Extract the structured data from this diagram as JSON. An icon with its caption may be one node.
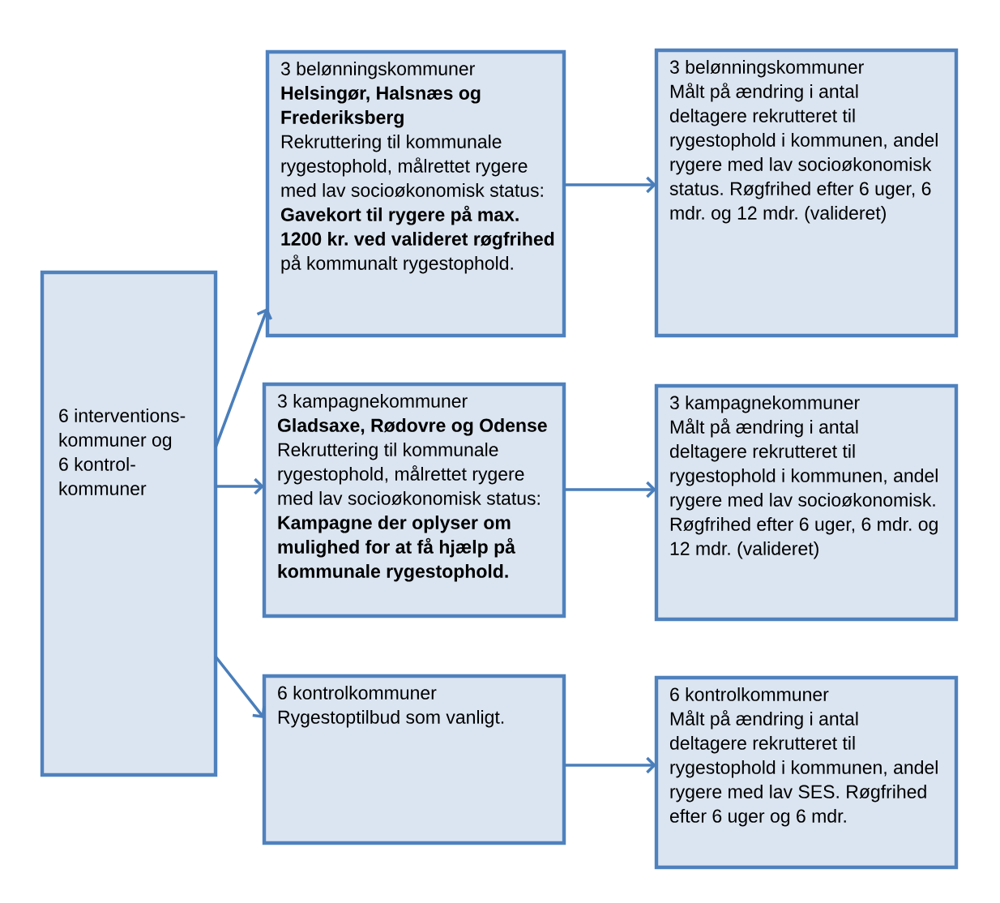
{
  "diagram": {
    "nodes": [
      {
        "text": [
          "6 interventions- kommuner og 6 kontrol- kommuner"
        ]
      },
      {
        "text": [
          "3 belønningskommuner",
          "Helsingør, Halsnæs og Frederiksberg",
          "Rekruttering til kommunale rygestophold, målrettet rygere med lav socioøkonomisk status: **Gavekort til rygere på max. 1200 kr. ved valideret røgfrihed** på kommunalt rygestophold."
        ]
      },
      {
        "text": [
          "3 belønningskommuner",
          "Målt på ændring i antal deltagere rekrutteret til rygestophold i kommunen, andel rygere med lav socioøkonomisk status. Røgfrihed efter 6 uger, 6 mdr. og 12 mdr. (valideret)"
        ]
      },
      {
        "text": [
          "3 kampagnekommuner",
          "Gladsaxe, Rødovre og Odense",
          "Rekruttering til kommunale rygestophold, målrettet rygere med lav socioøkonomisk status: **Kampagne der oplyser om mulighed for at få hjælp på kommunale rygestophold.**"
        ]
      },
      {
        "text": [
          "3 kampagnekommuner",
          "Målt på ændring i antal deltagere rekrutteret til rygestophold i kommunen, andel rygere med lav socioøkonomisk. Røgfrihed efter 6 uger, 6 mdr. og 12 mdr. (valideret)"
        ]
      },
      {
        "text": [
          "6 kontrolkommuner",
          "Rygestoptilbud som vanligt."
        ]
      },
      {
        "text": [
          "6 kontrolkommuner",
          "Målt på ændring i antal deltagere rekrutteret til rygestophold i kommunen, andel rygere med lav SES. Røgfrihed efter 6 uger og 6 mdr."
        ]
      }
    ],
    "edges": [
      {
        "from": 0,
        "to": 1,
        "arrow": "to"
      },
      {
        "from": 0,
        "to": 3,
        "arrow": "to"
      },
      {
        "from": 0,
        "to": 5,
        "arrow": "to"
      },
      {
        "from": 1,
        "to": 2,
        "arrow": "to"
      },
      {
        "from": 3,
        "to": 4,
        "arrow": "to"
      },
      {
        "from": 5,
        "to": 6,
        "arrow": "to"
      }
    ]
  }
}
